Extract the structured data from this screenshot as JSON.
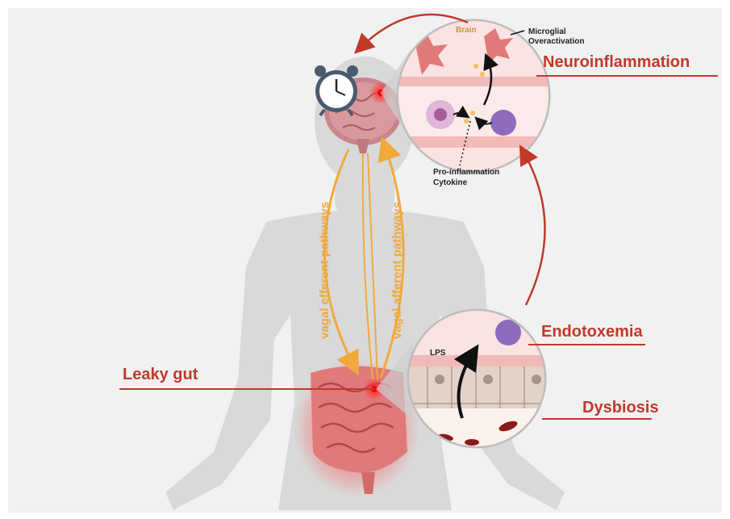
{
  "labels": {
    "brain": "Brain",
    "microglial": "Microglial",
    "overactivation": "Overactivation",
    "neuroinflammation": "Neuroinflammation",
    "proinflammation": "Pro-inflammation",
    "cytokine": "Cytokine",
    "vagal_efferent": "vagal  efferent pathways",
    "vagal_afferent": "vagal  afferent pathways",
    "endotoxemia": "Endotoxemia",
    "lps": "LPS",
    "leaky_gut": "Leaky gut",
    "dysbiosis": "Dysbiosis"
  },
  "colors": {
    "accent_red": "#c0392b",
    "vagal_orange": "#f0a93c",
    "body_silhouette": "#d9d9d9",
    "inflammation_glow": "#ff2a2a",
    "organ_pink": "#e8a0a0"
  },
  "icons": [
    "alarm-clock-icon",
    "brain-icon",
    "intestine-icon",
    "microglia-icon",
    "bacteria-icon"
  ]
}
